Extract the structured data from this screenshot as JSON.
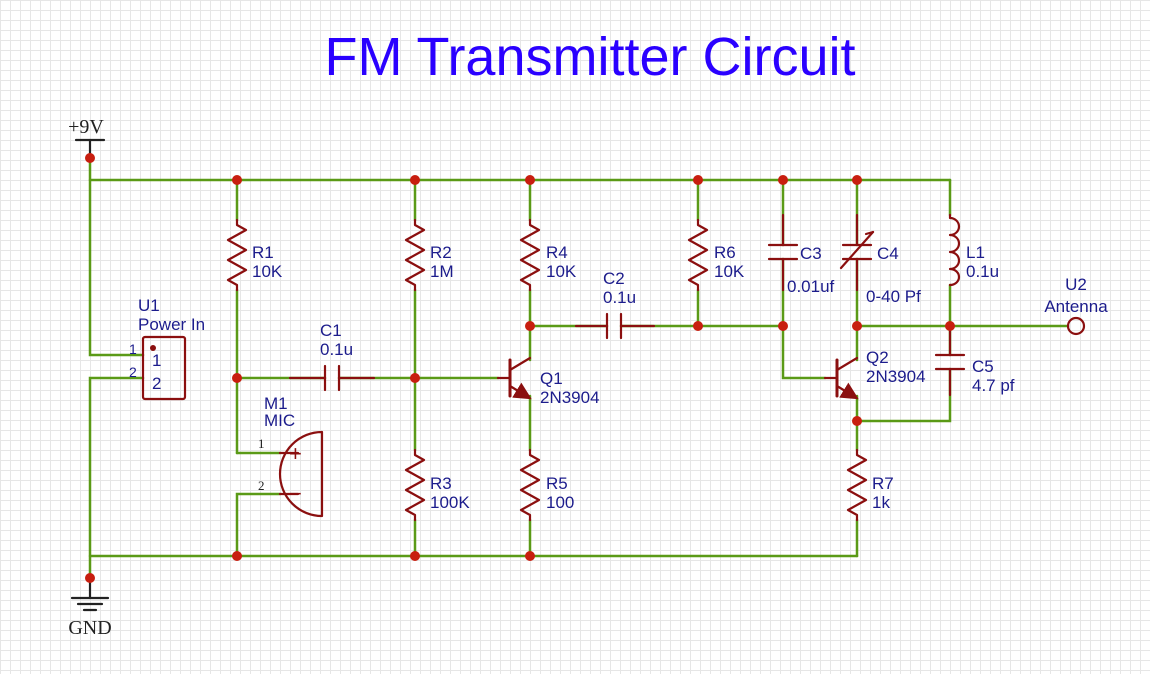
{
  "title": "FM Transmitter Circuit",
  "power": {
    "vcc_label": "+9V",
    "gnd_label": "GND"
  },
  "components": {
    "u1": {
      "ref": "U1",
      "value": "Power In",
      "pins": [
        "1",
        "2"
      ]
    },
    "m1": {
      "ref": "M1",
      "value": "MIC",
      "pins": [
        "1",
        "2"
      ],
      "plus": "+",
      "minus": "−"
    },
    "r1": {
      "ref": "R1",
      "value": "10K"
    },
    "r2": {
      "ref": "R2",
      "value": "1M"
    },
    "r3": {
      "ref": "R3",
      "value": "100K"
    },
    "r4": {
      "ref": "R4",
      "value": "10K"
    },
    "r5": {
      "ref": "R5",
      "value": "100"
    },
    "r6": {
      "ref": "R6",
      "value": "10K"
    },
    "r7": {
      "ref": "R7",
      "value": "1k"
    },
    "c1": {
      "ref": "C1",
      "value": "0.1u"
    },
    "c2": {
      "ref": "C2",
      "value": "0.1u"
    },
    "c3": {
      "ref": "C3",
      "value": "0.01uf"
    },
    "c4": {
      "ref": "C4",
      "value": "0-40 Pf"
    },
    "c5": {
      "ref": "C5",
      "value": "4.7 pf"
    },
    "l1": {
      "ref": "L1",
      "value": "0.1u"
    },
    "q1": {
      "ref": "Q1",
      "value": "2N3904"
    },
    "q2": {
      "ref": "Q2",
      "value": "2N3904"
    },
    "u2": {
      "ref": "U2",
      "value": "Antenna"
    }
  },
  "colors": {
    "wire": "#5a9a16",
    "component": "#8b0f0f",
    "junction": "#c81e0f",
    "label": "#1c1c8c",
    "title": "#2a00ff"
  }
}
